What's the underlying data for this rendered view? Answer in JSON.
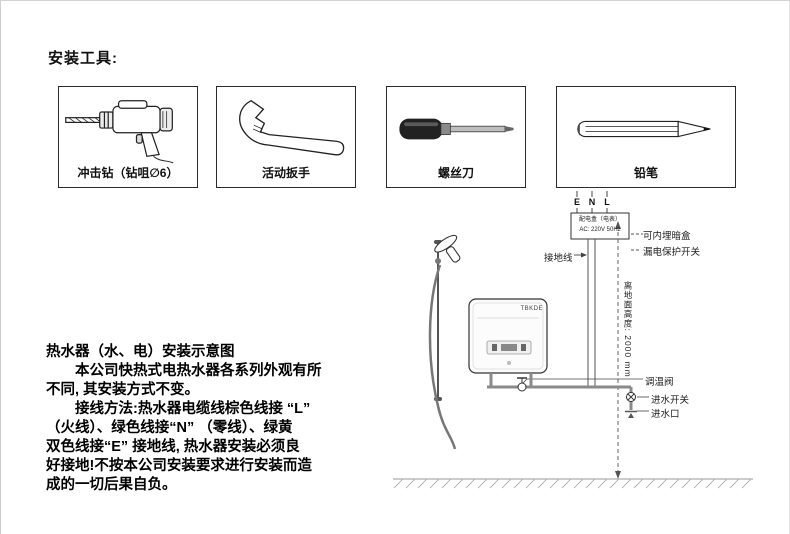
{
  "page": {
    "title": "安装工具:"
  },
  "tools": [
    {
      "label": "冲击钻（钻咀∅6）"
    },
    {
      "label": "活动扳手"
    },
    {
      "label": "螺丝刀"
    },
    {
      "label": "铅笔"
    }
  ],
  "diagram": {
    "wires": [
      "E",
      "N",
      "L"
    ],
    "power_box": {
      "line1": "配电盒（电表）",
      "line2": "AC: 220V 50Hz"
    },
    "heater_brand": "TBKDE",
    "labels": {
      "hidden_box": "可内埋暗盒",
      "leakage_switch": "漏电保护开关",
      "ground_wire": "接地线",
      "height": "离地面高度: 2000 mm",
      "temp_valve": "调温阀",
      "water_switch": "进水开关",
      "water_inlet": "进水口"
    }
  },
  "description": {
    "title": "热水器（水、电）安装示意图",
    "lines": [
      "　　本公司快热式电热水器各系列外观有所",
      "不同, 其安装方式不变。",
      "　　接线方法:热水器电缆线棕色线接 “L”",
      "（火线）、绿色线接“N” （零线）、绿黄",
      "双色线接“E” 接地线, 热水器安装必须良",
      "好接地!不按本公司安装要求进行安装而造",
      "成的一切后果自负。"
    ]
  }
}
